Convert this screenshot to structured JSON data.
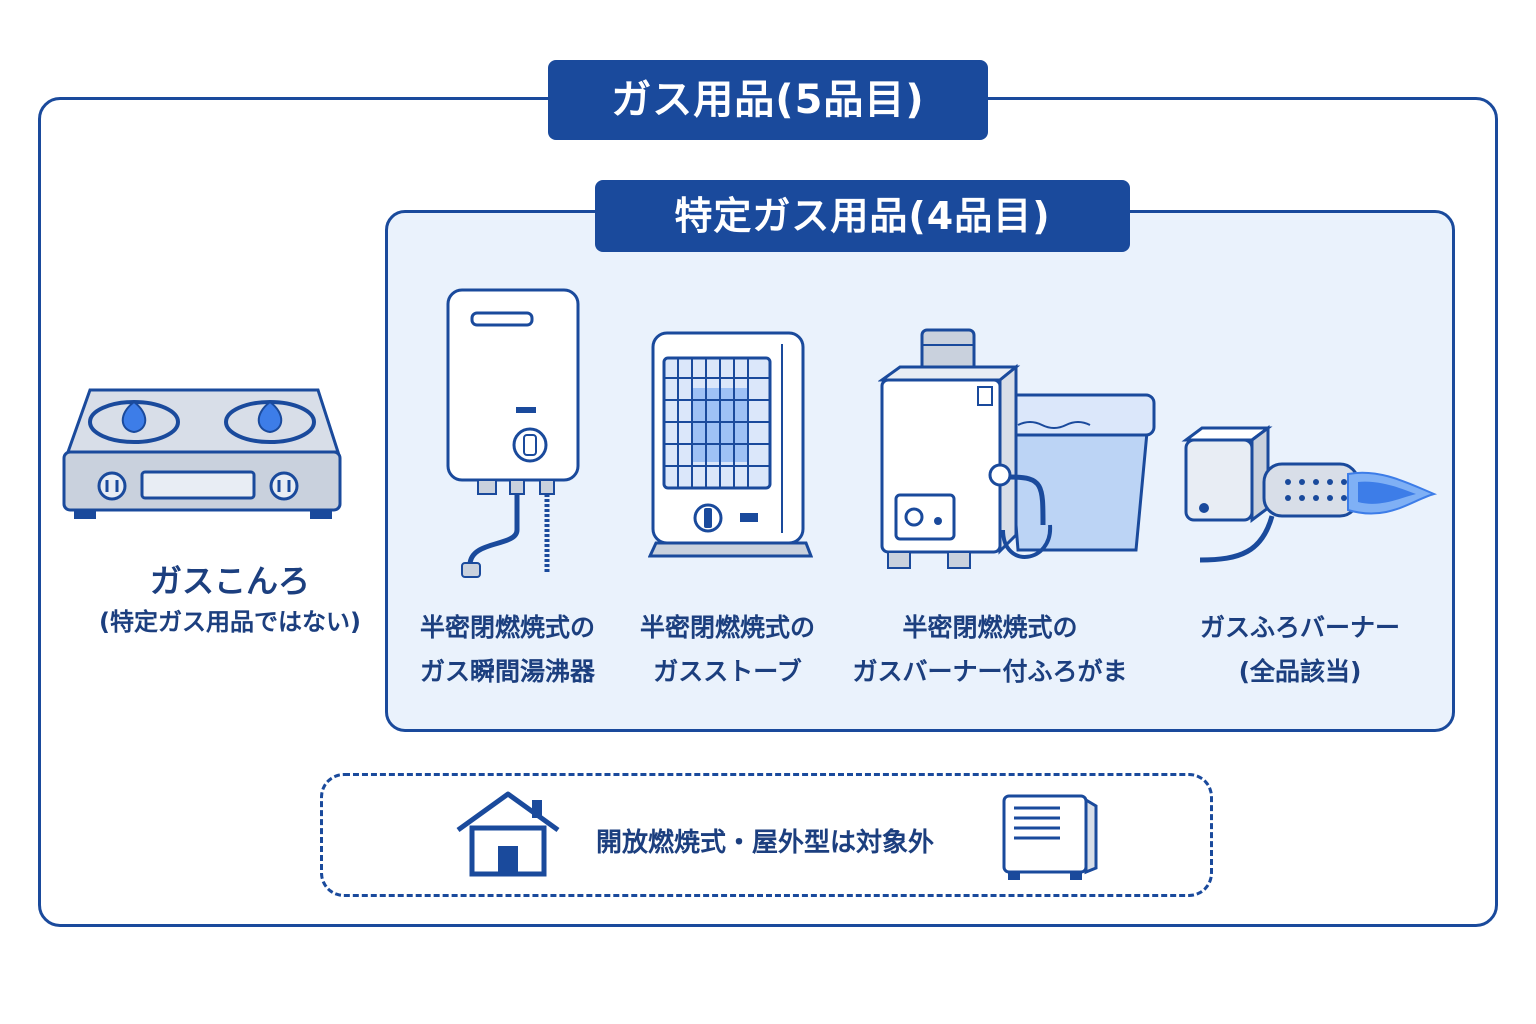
{
  "outer_box": {
    "title": "ガス用品(5品目)"
  },
  "inner_box": {
    "title": "特定ガス用品(4品目)"
  },
  "excluded_item": {
    "name": "ガスこんろ",
    "note": "(特定ガス用品ではない)"
  },
  "specified_items": [
    {
      "line1": "半密閉燃焼式の",
      "line2": "ガス瞬間湯沸器",
      "icon": "water-heater-icon"
    },
    {
      "line1": "半密閉燃焼式の",
      "line2": "ガスストーブ",
      "icon": "gas-heater-icon"
    },
    {
      "line1": "半密閉燃焼式の",
      "line2": "ガスバーナー付ふろがま",
      "icon": "bath-boiler-icon"
    },
    {
      "line1": "ガスふろバーナー",
      "line2": "(全品該当)",
      "icon": "bath-burner-icon"
    }
  ],
  "exclusion_note": {
    "text": "開放燃焼式・屋外型は対象外",
    "icons": [
      "house-icon",
      "outdoor-unit-icon"
    ]
  },
  "colors": {
    "primary": "#1a4a9c",
    "inner_bg": "#eaf2fc",
    "text": "#1c3f7f",
    "flame": "#3d7de8"
  }
}
